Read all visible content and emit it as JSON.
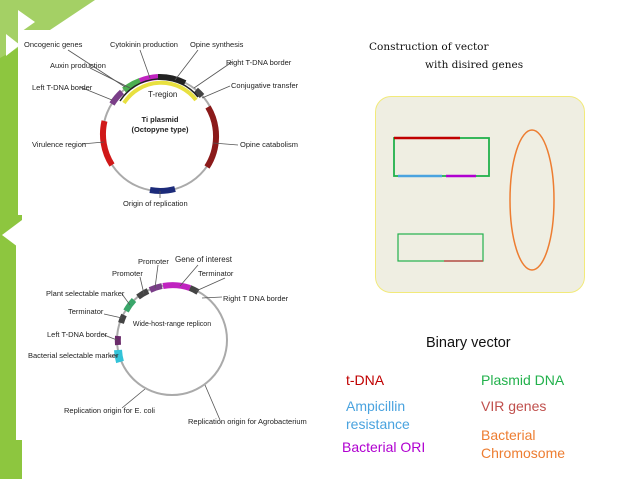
{
  "ti_plasmid": {
    "center_lines": [
      "Ti plasmid",
      "(Octopyne type)"
    ],
    "t_region": "T-region",
    "labels": {
      "oncogenic": "Oncogenic genes",
      "cytokinin": "Cytokinin production",
      "opine_synthesis": "Opine synthesis",
      "right_border": "Right T-DNA border",
      "auxin": "Auxin production",
      "conjugative": "Conjugative transfer",
      "left_border": "Left T-DNA border",
      "virulence": "Virulence region",
      "opine_catabolism": "Opine catabolism",
      "ori": "Origin of replication"
    }
  },
  "binary_plasmid": {
    "center": "Wide-host-range replicon",
    "labels": {
      "promoter_top": "Promoter",
      "gene_of_interest": "Gene of interest",
      "terminator_top": "Terminator",
      "promoter_left": "Promoter",
      "right_border": "Right T DNA border",
      "plant_marker": "Plant selectable marker",
      "terminator_left": "Terminator",
      "left_border": "Left T-DNA border",
      "bacterial_marker": "Bacterial selectable marker",
      "ori_ecoli": "Replication origin for E. coli",
      "ori_agro": "Replication origin for Agrobacterium"
    }
  },
  "construction": {
    "line1": "Construction of vector",
    "line2": "with disired genes"
  },
  "binary_vector_label": "Binary vector",
  "legend": {
    "t_dna": "t-DNA",
    "plasmid_dna": "Plasmid DNA",
    "ampicillin_1": "Ampicillin",
    "ampicillin_2": "resistance",
    "vir_genes": "VIR genes",
    "bacterial_ori": "Bacterial ORI",
    "bacterial_chromosome_1": "Bacterial",
    "bacterial_chromosome_2": "Chromosome"
  },
  "colors": {
    "slide_green": "#8dc63f",
    "box_fill": "#efeee2",
    "box_border": "#f2ea7a",
    "t_dna": "#c00000",
    "plasmid_dna": "#22b14c",
    "ampicillin": "#4aa3df",
    "vir_genes": "#c0504d",
    "bacterial_ori": "#b000d0",
    "chromosome": "#ed7d31"
  }
}
